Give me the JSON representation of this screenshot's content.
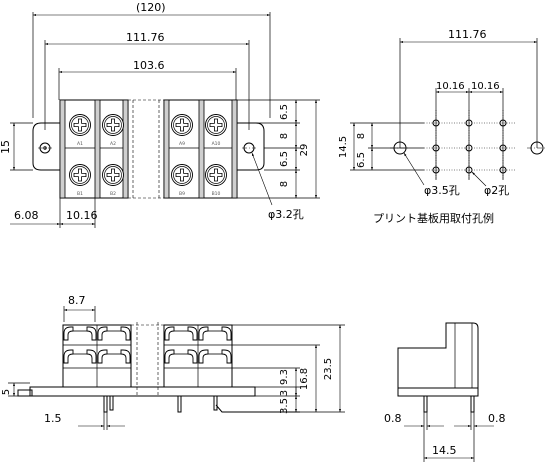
{
  "top_view": {
    "dim_overall": "(120)",
    "dim_mount_pitch": "111.76",
    "dim_terminal_span": "103.6",
    "dim_height": "15",
    "dim_offset": "6.08",
    "dim_pitch": "10.16",
    "dim_row_a": "6.5",
    "dim_row_b": "8",
    "dim_row_c": "6.5",
    "dim_row_d": "8",
    "dim_total_depth": "29",
    "hole_label": "φ3.2孔",
    "terminal_labels": {
      "a1": "A1",
      "a2": "A2",
      "a9": "A9",
      "a10": "A10",
      "b1": "B1",
      "b2": "B2",
      "b9": "B9",
      "b10": "B10"
    }
  },
  "pcb_layout": {
    "dim_mount_pitch": "111.76",
    "dim_pitch_1": "10.16",
    "dim_pitch_2": "10.16",
    "dim_depth": "14.5",
    "dim_row_8": "8",
    "dim_row_6_5": "6.5",
    "hole_large": "φ3.5孔",
    "hole_small": "φ2孔",
    "caption": "プリント基板用取付孔例"
  },
  "front_view": {
    "dim_width": "8.7",
    "dim_total_height": "23.5",
    "dim_upper": "16.8",
    "dim_mid": "9.3",
    "dim_low": "3",
    "dim_pin": "3.5",
    "dim_base": "5",
    "dim_pin_width": "1.5"
  },
  "side_view": {
    "dim_left": "0.8",
    "dim_right": "0.8",
    "dim_pin_span": "14.5"
  }
}
